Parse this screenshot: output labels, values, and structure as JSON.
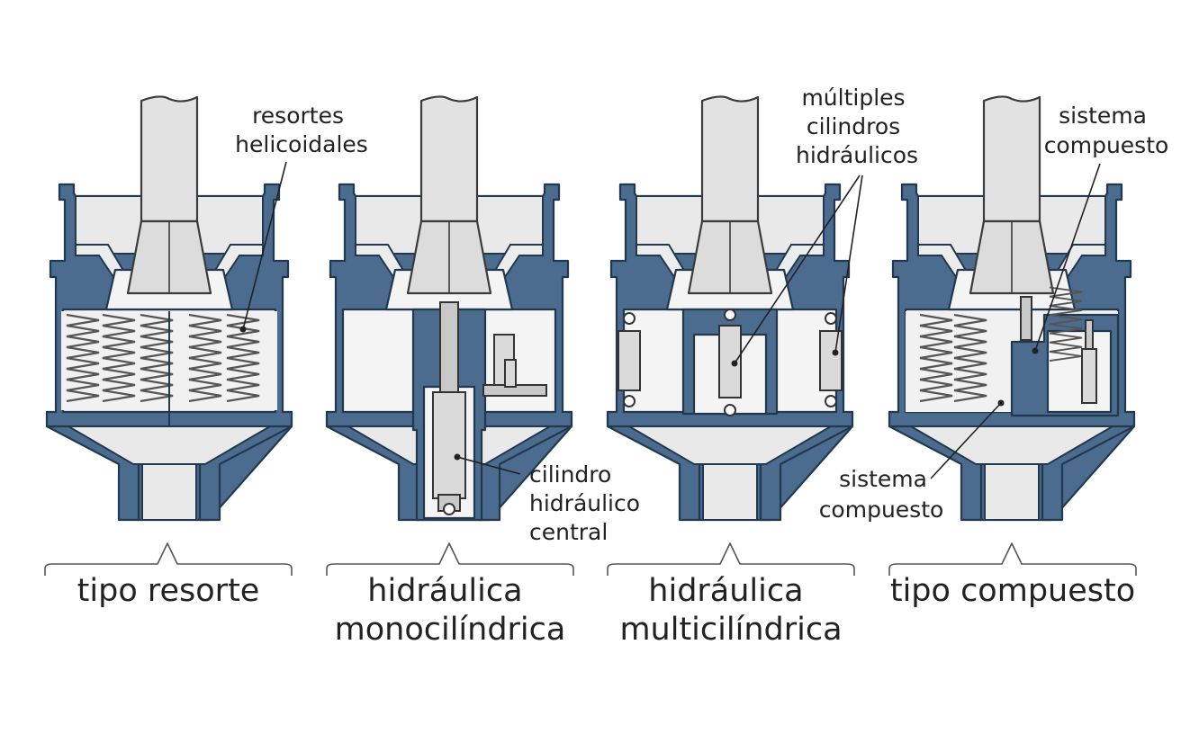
{
  "panels": [
    {
      "id": "resorte",
      "caption_lines": [
        "tipo resorte"
      ],
      "callouts": [
        {
          "lines": [
            "resortes",
            "helicoidales"
          ]
        }
      ]
    },
    {
      "id": "mono",
      "caption_lines": [
        "hidráulica",
        "monocilíndrica"
      ],
      "callouts": [
        {
          "lines": [
            "cilindro",
            "hidráulico",
            "central"
          ]
        }
      ]
    },
    {
      "id": "multi",
      "caption_lines": [
        "hidráulica",
        "multicilíndrica"
      ],
      "callouts": [
        {
          "lines": [
            "múltiples",
            "cilindros",
            "hidráulicos"
          ]
        }
      ]
    },
    {
      "id": "compuesto",
      "caption_lines": [
        "tipo compuesto"
      ],
      "callouts": [
        {
          "lines": [
            "sistema",
            "compuesto"
          ]
        },
        {
          "lines": [
            "sistema",
            "compuesto"
          ]
        }
      ]
    }
  ],
  "colors": {
    "housing": "#4b6c8e",
    "outline": "#22384f",
    "interior": "#f4f4f4",
    "component": "#dadada",
    "text": "#222222"
  }
}
